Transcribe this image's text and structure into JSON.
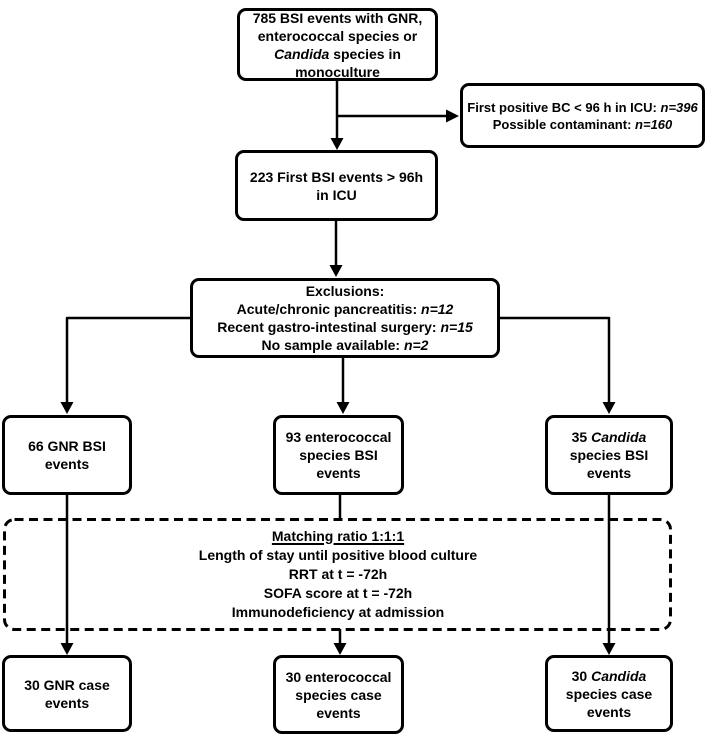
{
  "colors": {
    "ink": "#000000",
    "paper": "#ffffff"
  },
  "boxes": {
    "total_bsi": {
      "lines": [
        [
          {
            "t": "785 BSI events with GNR,"
          }
        ],
        [
          {
            "t": "enterococcal species or"
          }
        ],
        [
          {
            "t": "Candida",
            "em": true
          },
          {
            "t": " species in"
          }
        ],
        [
          {
            "t": "monoculture"
          }
        ]
      ]
    },
    "early_positive": {
      "lines": [
        [
          {
            "t": "First positive BC < 96 h in ICU: "
          },
          {
            "t": "n=396",
            "em": true
          }
        ],
        [
          {
            "t": "Possible contaminant: "
          },
          {
            "t": "n=160",
            "em": true
          }
        ]
      ]
    },
    "first_bsi_96h": {
      "lines": [
        [
          {
            "t": "223 First BSI events > 96h"
          }
        ],
        [
          {
            "t": "in ICU"
          }
        ]
      ]
    },
    "exclusions": {
      "lines": [
        [
          {
            "t": "Exclusions:"
          }
        ],
        [
          {
            "t": "Acute/chronic pancreatitis: "
          },
          {
            "t": "n=12",
            "em": true
          }
        ],
        [
          {
            "t": "Recent gastro-intestinal surgery: "
          },
          {
            "t": "n=15",
            "em": true
          }
        ],
        [
          {
            "t": "No sample available: "
          },
          {
            "t": "n=2",
            "em": true
          }
        ]
      ]
    },
    "gnr_bsi": {
      "lines": [
        [
          {
            "t": "66 GNR BSI"
          }
        ],
        [
          {
            "t": "events"
          }
        ]
      ]
    },
    "entero_bsi": {
      "lines": [
        [
          {
            "t": "93 enterococcal"
          }
        ],
        [
          {
            "t": "species BSI"
          }
        ],
        [
          {
            "t": "events"
          }
        ]
      ]
    },
    "candida_bsi": {
      "lines": [
        [
          {
            "t": "35 "
          },
          {
            "t": "Candida",
            "em": true
          }
        ],
        [
          {
            "t": "species BSI"
          }
        ],
        [
          {
            "t": "events"
          }
        ]
      ]
    },
    "matching": {
      "lines": [
        [
          {
            "t": "Matching ratio 1:1:1",
            "u": true
          }
        ],
        [
          {
            "t": "Length of stay until positive blood culture"
          }
        ],
        [
          {
            "t": "RRT at t = -72h"
          }
        ],
        [
          {
            "t": "SOFA score at t = -72h"
          }
        ],
        [
          {
            "t": "Immunodeficiency at admission"
          }
        ]
      ]
    },
    "gnr_case": {
      "lines": [
        [
          {
            "t": "30 GNR case"
          }
        ],
        [
          {
            "t": "events"
          }
        ]
      ]
    },
    "entero_case": {
      "lines": [
        [
          {
            "t": "30 enterococcal"
          }
        ],
        [
          {
            "t": "species case"
          }
        ],
        [
          {
            "t": "events"
          }
        ]
      ]
    },
    "candida_case": {
      "lines": [
        [
          {
            "t": "30 "
          },
          {
            "t": "Candida",
            "em": true
          }
        ],
        [
          {
            "t": "species case"
          }
        ],
        [
          {
            "t": "events"
          }
        ]
      ]
    }
  }
}
